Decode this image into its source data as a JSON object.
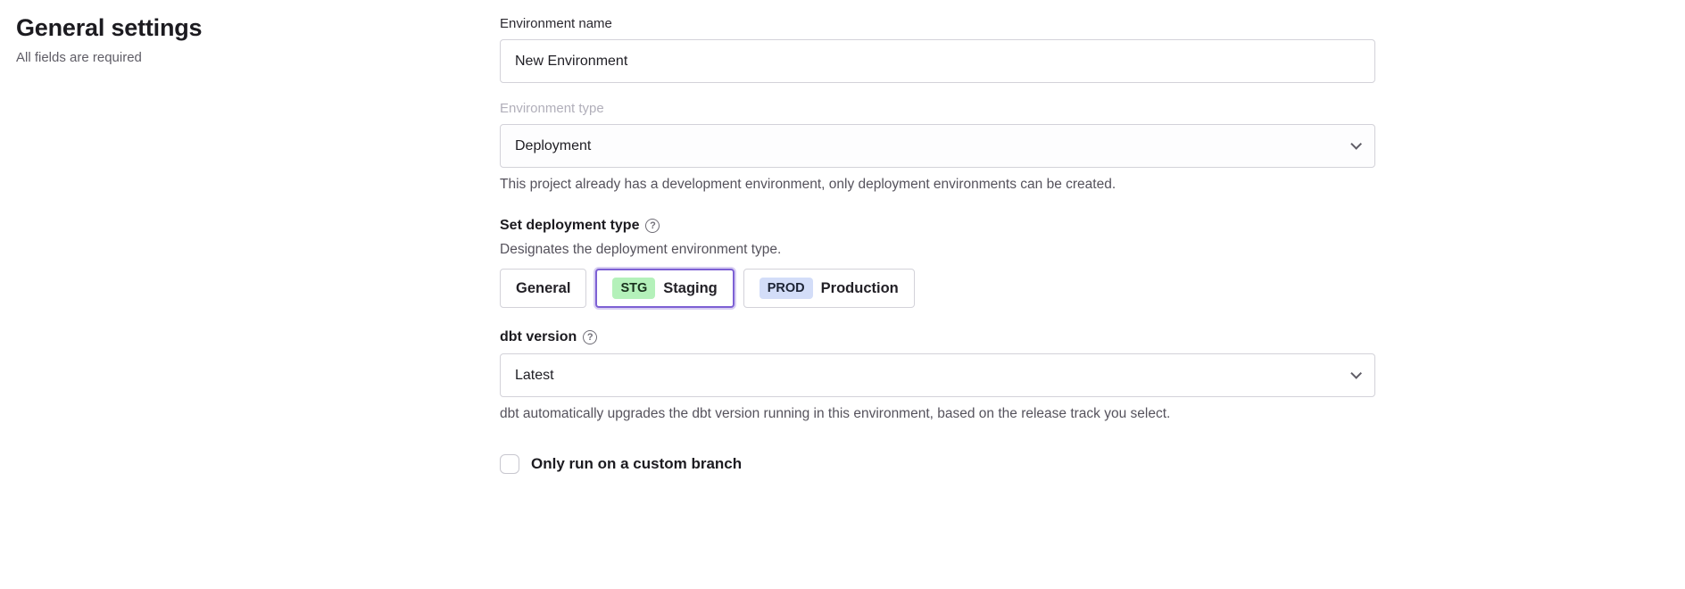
{
  "page": {
    "title": "General settings",
    "subtitle": "All fields are required"
  },
  "icons": {
    "help_glyph": "?"
  },
  "form": {
    "environment_name": {
      "label": "Environment name",
      "value": "New Environment"
    },
    "environment_type": {
      "label": "Environment type",
      "value": "Deployment",
      "helper": "This project already has a development environment, only deployment environments can be created."
    },
    "deployment_type": {
      "label": "Set deployment type",
      "helper": "Designates the deployment environment type.",
      "options": [
        {
          "label": "General",
          "badge": "",
          "selected": false
        },
        {
          "label": "Staging",
          "badge": "STG",
          "selected": true
        },
        {
          "label": "Production",
          "badge": "PROD",
          "selected": false
        }
      ]
    },
    "dbt_version": {
      "label": "dbt version",
      "value": "Latest",
      "helper": "dbt automatically upgrades the dbt version running in this environment, based on the release track you select."
    },
    "custom_branch": {
      "label": "Only run on a custom branch",
      "checked": false
    }
  },
  "colors": {
    "accent_purple": "#7d60d4",
    "badge_stg_bg": "#b4f1ba",
    "badge_prod_bg": "#d3ddf8"
  }
}
